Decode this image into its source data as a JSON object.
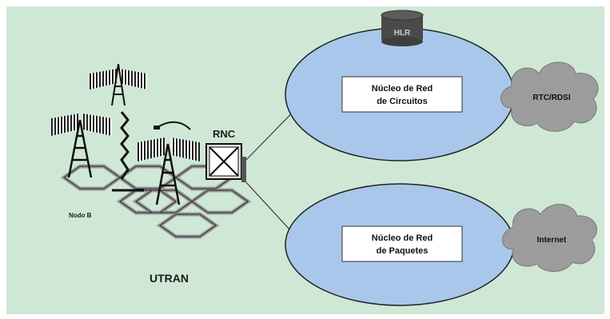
{
  "diagram": {
    "circuit_core": {
      "line1": "Núcleo de Red",
      "line2": "de Circuitos"
    },
    "packet_core": {
      "line1": "Núcleo de Red",
      "line2": "de Paquetes"
    },
    "hlr": "HLR",
    "rnc": "RNC",
    "node_b": "Nodo B",
    "utran": "UTRAN",
    "cloud_pstn": "RTC/RDSI",
    "cloud_internet": "Internet"
  },
  "colors": {
    "background": "#cfe8d6",
    "ellipse_fill": "#a9c7ea",
    "cloud_fill": "#9c9c9c",
    "hlr_fill": "#4a4a4a"
  }
}
